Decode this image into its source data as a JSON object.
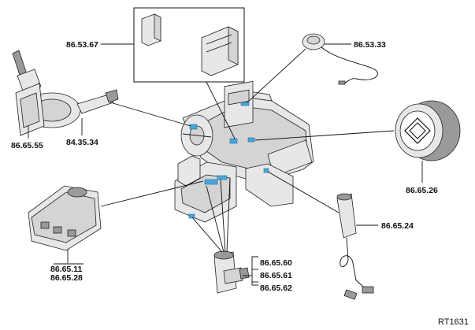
{
  "labels": {
    "module_pair": "86.53.67",
    "antenna": "86.53.33",
    "switch_cluster": "86.65.55",
    "wiper_switch": "84.35.34",
    "hazard_switch": "86.65.26",
    "console_switch_a": "86.65.11",
    "console_switch_b": "86.65.28",
    "usb_socket": "86.65.24",
    "power_socket_a": "86.65.60",
    "power_socket_b": "86.65.61",
    "power_socket_c": "86.65.62"
  },
  "figure_ref": "RT1631",
  "colors": {
    "line": "#111111",
    "part_fill": "#d4d4d4",
    "highlight": "#4aa6d8"
  }
}
